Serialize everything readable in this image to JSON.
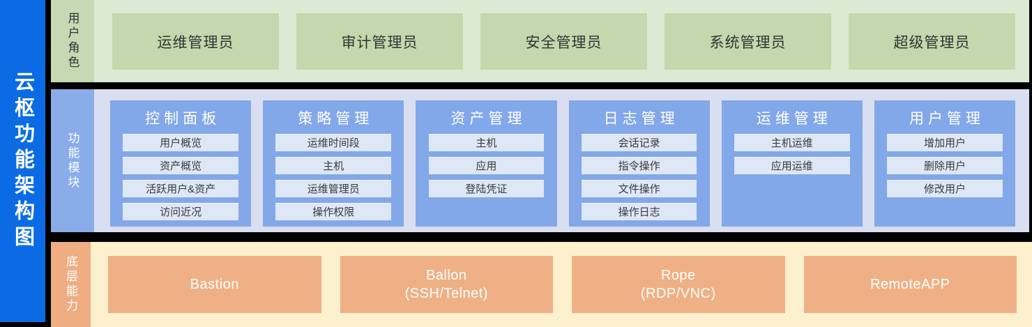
{
  "sidebar": {
    "title": "云枢功能架构图"
  },
  "roles_band": {
    "label": "用户角色",
    "items": [
      "运维管理员",
      "审计管理员",
      "安全管理员",
      "系统管理员",
      "超级管理员"
    ]
  },
  "modules_band": {
    "label": "功能模块",
    "columns": [
      {
        "title": "控制面板",
        "items": [
          "用户概览",
          "资产概览",
          "活跃用户&资产",
          "访问近况"
        ]
      },
      {
        "title": "策略管理",
        "items": [
          "运维时间段",
          "主机",
          "运维管理员",
          "操作权限"
        ]
      },
      {
        "title": "资产管理",
        "items": [
          "主机",
          "应用",
          "登陆凭证"
        ]
      },
      {
        "title": "日志管理",
        "items": [
          "会话记录",
          "指令操作",
          "文件操作",
          "操作日志"
        ]
      },
      {
        "title": "运维管理",
        "items": [
          "主机运维",
          "应用运维"
        ]
      },
      {
        "title": "用户管理",
        "items": [
          "增加用户",
          "删除用户",
          "修改用户"
        ]
      }
    ]
  },
  "capabilities_band": {
    "label": "底层能力",
    "items": [
      {
        "name": "Bastion",
        "sub": ""
      },
      {
        "name": "Ballon",
        "sub": "(SSH/Telnet)"
      },
      {
        "name": "Rope",
        "sub": "(RDP/VNC)"
      },
      {
        "name": "RemoteAPP",
        "sub": ""
      }
    ]
  },
  "colors": {
    "background": "#000000",
    "sidebar_blue": "#0b6be4",
    "roles_bg": "#dcead3",
    "roles_strip": "#c6d8b4",
    "roles_box": "#c3d8ac",
    "modules_bg": "#d9def1",
    "modules_strip": "#8aace9",
    "module_column": "#83a8e9",
    "module_item": "#dde7f6",
    "caps_bg": "#fdf1cd",
    "caps_strip": "#eeae81",
    "caps_box": "#f0b085",
    "dark_text": "#3a3a3a",
    "light_text": "#ffffff"
  }
}
